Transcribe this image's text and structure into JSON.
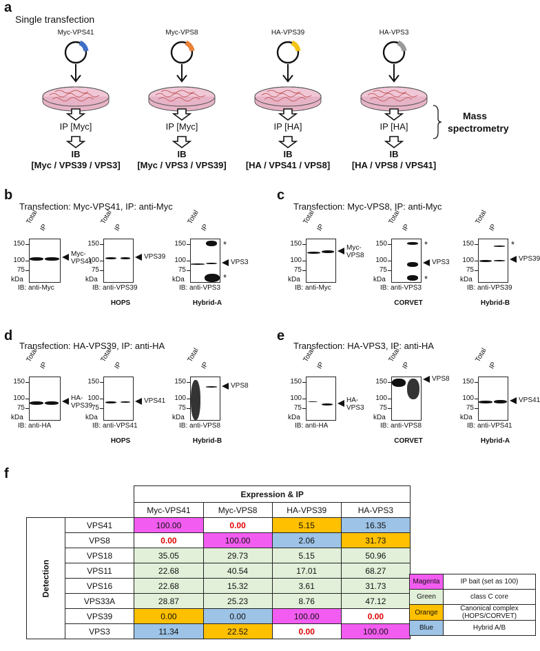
{
  "panel_a": {
    "label": "a",
    "title": "Single transfection",
    "constructs": [
      {
        "name": "Myc-VPS41",
        "color": "#3e6fc4",
        "ip": "IP [Myc]",
        "ib1": "IB",
        "ib2": "[Myc / VPS39 / VPS3]"
      },
      {
        "name": "Myc-VPS8",
        "color": "#e8823b",
        "ip": "IP [Myc]",
        "ib1": "IB",
        "ib2": "[Myc / VPS3 / VPS39]"
      },
      {
        "name": "HA-VPS39",
        "color": "#f2c417",
        "ip": "IP [HA]",
        "ib1": "IB",
        "ib2": "[HA / VPS41 / VPS8]"
      },
      {
        "name": "HA-VPS3",
        "color": "#9a9a9a",
        "ip": "IP [HA]",
        "ib1": "IB",
        "ib2": "[HA / VPS8 / VPS41]"
      }
    ],
    "mass_spec_1": "Mass",
    "mass_spec_2": "spectrometry"
  },
  "panel_b": {
    "label": "b",
    "title": "Transfection: Myc-VPS41, IP: anti-Myc"
  },
  "panel_c": {
    "label": "c",
    "title": "Transfection: Myc-VPS8, IP: anti-Myc"
  },
  "panel_d": {
    "label": "d",
    "title": "Transfection: HA-VPS39, IP: anti-HA"
  },
  "panel_e": {
    "label": "e",
    "title": "Transfection: HA-VPS3, IP: anti-HA"
  },
  "lanes": {
    "total": "Total",
    "ip": "IP"
  },
  "kda": "kDa",
  "blots": {
    "b1": {
      "ib": "IB: anti-Myc",
      "ticks": [
        "150",
        "100",
        "75"
      ],
      "arrow": "Myc-\nVPS41",
      "cat": ""
    },
    "b2": {
      "ib": "IB: anti-VPS39",
      "ticks": [
        "150",
        "100",
        "75"
      ],
      "arrow": "VPS39",
      "cat": "HOPS"
    },
    "b3": {
      "ib": "IB: anti-VPS3",
      "ticks": [
        "150",
        "100",
        "75"
      ],
      "arrow": "VPS3",
      "cat": "Hybrid-A"
    },
    "c1": {
      "ib": "IB: anti-Myc",
      "ticks": [
        "150",
        "100",
        "75"
      ],
      "arrow": "Myc-\nVPS8",
      "cat": ""
    },
    "c2": {
      "ib": "IB: anti-VPS3",
      "ticks": [
        "150",
        "100",
        "75"
      ],
      "arrow": "VPS3",
      "cat": "CORVET"
    },
    "c3": {
      "ib": "IB: anti-VPS39",
      "ticks": [
        "150",
        "100",
        "75"
      ],
      "arrow": "VPS39",
      "cat": "Hybrid-B"
    },
    "d1": {
      "ib": "IB: anti-HA",
      "ticks": [
        "150",
        "100",
        "75"
      ],
      "arrow": "HA-\nVPS39",
      "cat": ""
    },
    "d2": {
      "ib": "IB: anti-VPS41",
      "ticks": [
        "150",
        "100",
        "75"
      ],
      "arrow": "VPS41",
      "cat": "HOPS"
    },
    "d3": {
      "ib": "IB: anti-VPS8",
      "ticks": [
        "150",
        "100",
        "75"
      ],
      "arrow": "VPS8",
      "cat": "Hybrid-B"
    },
    "e1": {
      "ib": "IB: anti-HA",
      "ticks": [
        "150",
        "100",
        "75"
      ],
      "arrow": "HA-\nVPS3",
      "cat": ""
    },
    "e2": {
      "ib": "IB: anti-VPS8",
      "ticks": [
        "150",
        "100",
        "75"
      ],
      "arrow": "VPS8",
      "cat": "CORVET"
    },
    "e3": {
      "ib": "IB: anti-VPS41",
      "ticks": [
        "150",
        "100",
        "75"
      ],
      "arrow": "VPS41",
      "cat": "Hybrid-A"
    }
  },
  "asterisk": "*",
  "panel_f": {
    "label": "f",
    "header": "Expression & IP",
    "columns": [
      "Myc-VPS41",
      "Myc-VPS8",
      "HA-VPS39",
      "HA-VPS3"
    ],
    "row_group": "Detection",
    "rows": [
      {
        "name": "VPS41",
        "values": [
          "100.00",
          "0.00",
          "5.15",
          "16.35"
        ],
        "colors": [
          "magenta",
          "red",
          "orange",
          "blue"
        ]
      },
      {
        "name": "VPS8",
        "values": [
          "0.00",
          "100.00",
          "2.06",
          "31.73"
        ],
        "colors": [
          "red",
          "magenta",
          "blue",
          "orange"
        ]
      },
      {
        "name": "VPS18",
        "values": [
          "35.05",
          "29.73",
          "5.15",
          "50.96"
        ],
        "colors": [
          "green",
          "green",
          "green",
          "green"
        ]
      },
      {
        "name": "VPS11",
        "values": [
          "22.68",
          "40.54",
          "17.01",
          "68.27"
        ],
        "colors": [
          "green",
          "green",
          "green",
          "green"
        ]
      },
      {
        "name": "VPS16",
        "values": [
          "22.68",
          "15.32",
          "3.61",
          "31.73"
        ],
        "colors": [
          "green",
          "green",
          "green",
          "green"
        ]
      },
      {
        "name": "VPS33A",
        "values": [
          "28.87",
          "25.23",
          "8.76",
          "47.12"
        ],
        "colors": [
          "green",
          "green",
          "green",
          "green"
        ]
      },
      {
        "name": "VPS39",
        "values": [
          "0.00",
          "0.00",
          "100.00",
          "0.00"
        ],
        "colors": [
          "orange",
          "blue",
          "magenta",
          "red"
        ]
      },
      {
        "name": "VPS3",
        "values": [
          "11.34",
          "22.52",
          "0.00",
          "100.00"
        ],
        "colors": [
          "blue",
          "orange",
          "red",
          "magenta"
        ]
      }
    ],
    "palette": {
      "magenta": "#f25cf0",
      "green": "#e2f0d9",
      "orange": "#ffc000",
      "blue": "#9dc3e6",
      "red": "#ffffff"
    },
    "legend": [
      {
        "name": "Magenta",
        "desc": "IP bait (set as 100)",
        "color": "#f25cf0"
      },
      {
        "name": "Green",
        "desc": "class C core",
        "color": "#e2f0d9"
      },
      {
        "name": "Orange",
        "desc": "Canonical complex\n(HOPS/CORVET)",
        "color": "#ffc000"
      },
      {
        "name": "Blue",
        "desc": "Hybrid A/B",
        "color": "#9dc3e6"
      }
    ]
  }
}
